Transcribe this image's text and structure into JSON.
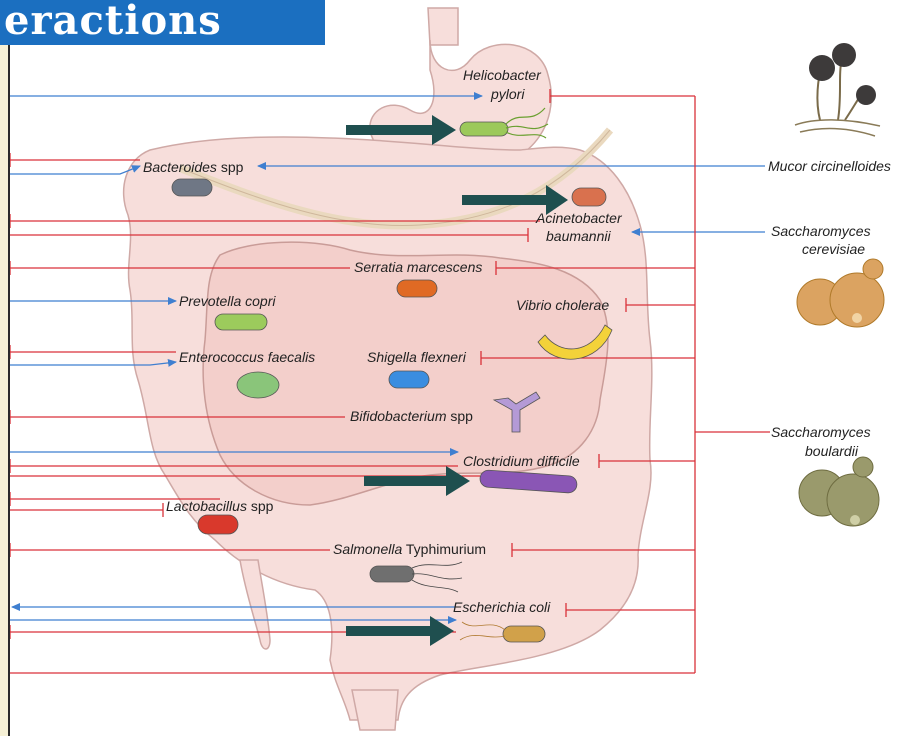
{
  "title": "eractions",
  "colors": {
    "activate": "#3f7fd0",
    "inhibit": "#d9323a",
    "arrow": "#1f4f4f",
    "banner": "#1b6fc0",
    "gut": "#f6dcd9"
  },
  "bacteria": {
    "helicobacter": {
      "line1": "Helicobacter",
      "line2": "pylori"
    },
    "bacteroides": {
      "italic": "Bacteroides",
      "rest": " spp"
    },
    "acinetobacter": {
      "line1": "Acinetobacter",
      "line2": "baumannii"
    },
    "serratia": "Serratia marcescens",
    "prevotella": "Prevotella copri",
    "vibrio": "Vibrio cholerae",
    "enterococcus": "Enterococcus faecalis",
    "shigella": "Shigella flexneri",
    "bifidobacterium": {
      "italic": "Bifidobacterium",
      "rest": " spp"
    },
    "clostridium": "Clostridium difficile",
    "lactobacillus": {
      "italic": "Lactobacillus",
      "rest": " spp"
    },
    "salmonella": {
      "italic": "Salmonella",
      "rest": " Typhimurium"
    },
    "escherichia": "Escherichia coli"
  },
  "fungi": {
    "mucor": "Mucor circinelloides",
    "cerevisiae": {
      "line1": "Saccharomyces",
      "line2": "cerevisiae"
    },
    "boulardii": {
      "line1": "Saccharomyces",
      "line2": "boulardii"
    }
  }
}
